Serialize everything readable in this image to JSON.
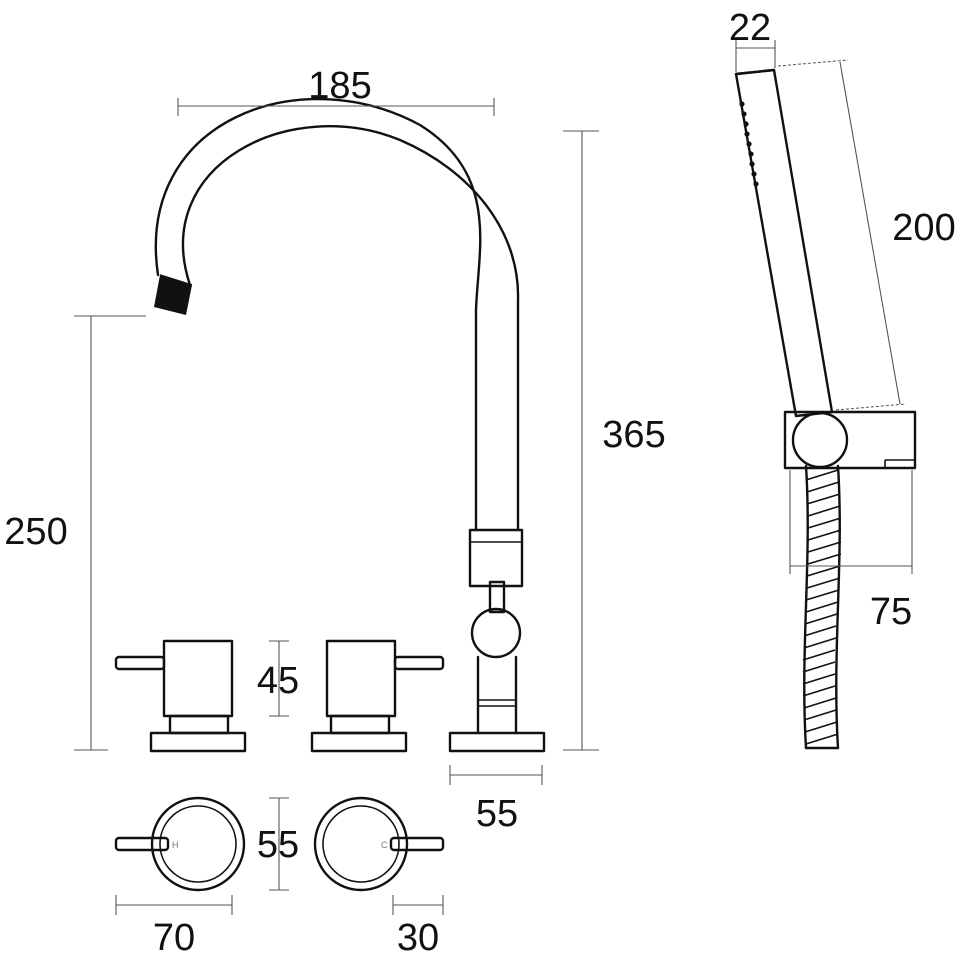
{
  "dimensions": {
    "spout_reach": "185",
    "spout_outlet_height": "250",
    "overall_height": "365",
    "handle_height": "45",
    "spout_base_width": "55",
    "handle_top_diameter": "55",
    "handle_lever_span": "70",
    "lever_offset": "30",
    "handset_head_width": "22",
    "handset_length": "200",
    "bracket_width": "75"
  },
  "handle_markings": {
    "hot": "H",
    "cold": "C"
  }
}
